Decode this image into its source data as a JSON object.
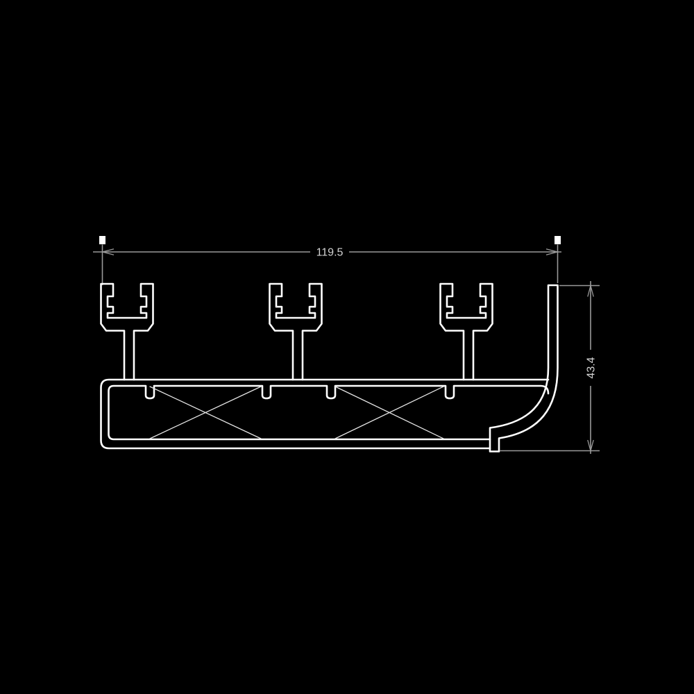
{
  "drawing": {
    "title": "aluminum-extrusion-profile-cross-section",
    "background_color": "#000000",
    "profile": {
      "line_color": "#ffffff",
      "brace_color": "#e6e6e6"
    },
    "dimensions": {
      "line_color": "#9a9a9a",
      "marker_color": "#ffffff",
      "text_color": "#d4d4d4",
      "width": {
        "value": "119.5"
      },
      "height": {
        "value": "43.4"
      }
    }
  }
}
